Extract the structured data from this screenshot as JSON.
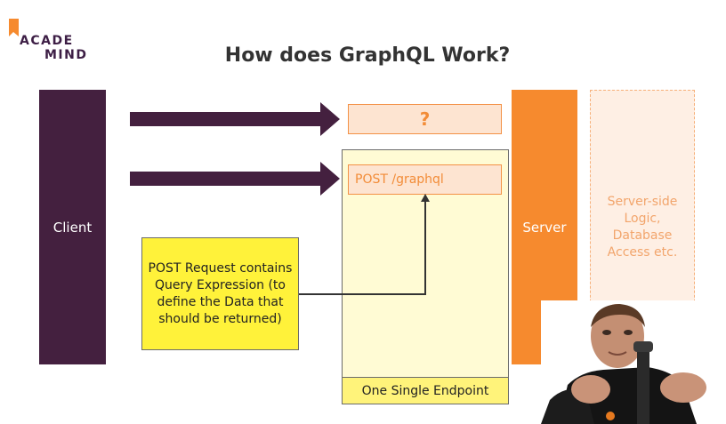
{
  "logo": {
    "line1": "ACADE",
    "line2": "MIND"
  },
  "title": "How does GraphQL Work?",
  "client": {
    "label": "Client"
  },
  "request_boxes": [
    {
      "label": "?"
    },
    {
      "label": "POST /graphql"
    }
  ],
  "note": {
    "text": "POST Request contains Query Expression (to define the Data that should be returned)"
  },
  "endpoint": {
    "label": "One Single Endpoint"
  },
  "server": {
    "label": "Server"
  },
  "server_logic": {
    "text": "Server-side Logic, Database Access etc."
  },
  "colors": {
    "purple": "#44203f",
    "orange": "#f68a2e",
    "yellow": "#fff23a",
    "light_yellow": "#fffbd4",
    "peach": "#fde4d1"
  }
}
